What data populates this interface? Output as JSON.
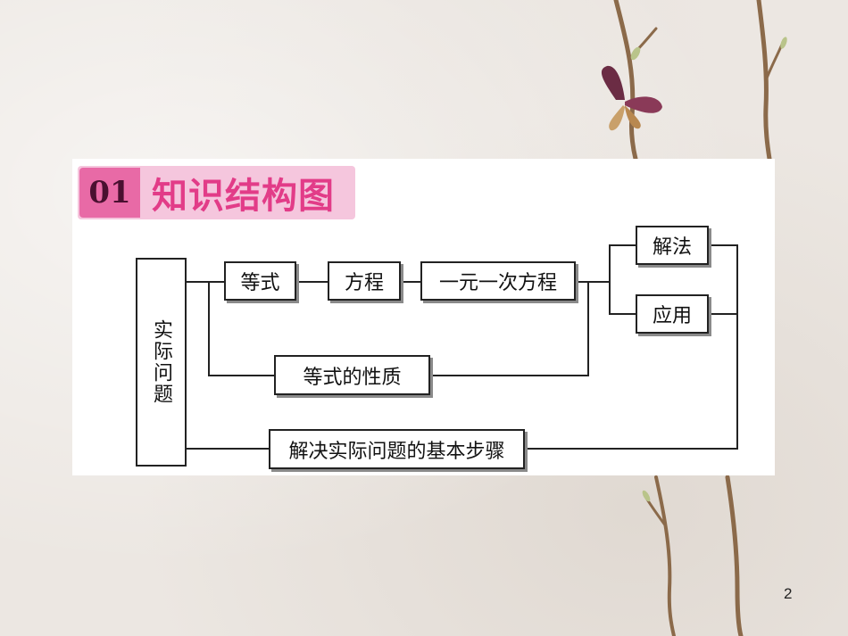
{
  "header": {
    "number": "01",
    "title": "知识结构图"
  },
  "nodes": {
    "root": "实际问题",
    "equation_eq": "等式",
    "equation": "方程",
    "linear": "一元一次方程",
    "solve": "解法",
    "apply": "应用",
    "properties": "等式的性质",
    "steps": "解决实际问题的基本步骤"
  },
  "page_number": "2",
  "colors": {
    "accent": "#e23c88",
    "badge": "#e86aa6",
    "header_bg": "#f5c6dd"
  }
}
